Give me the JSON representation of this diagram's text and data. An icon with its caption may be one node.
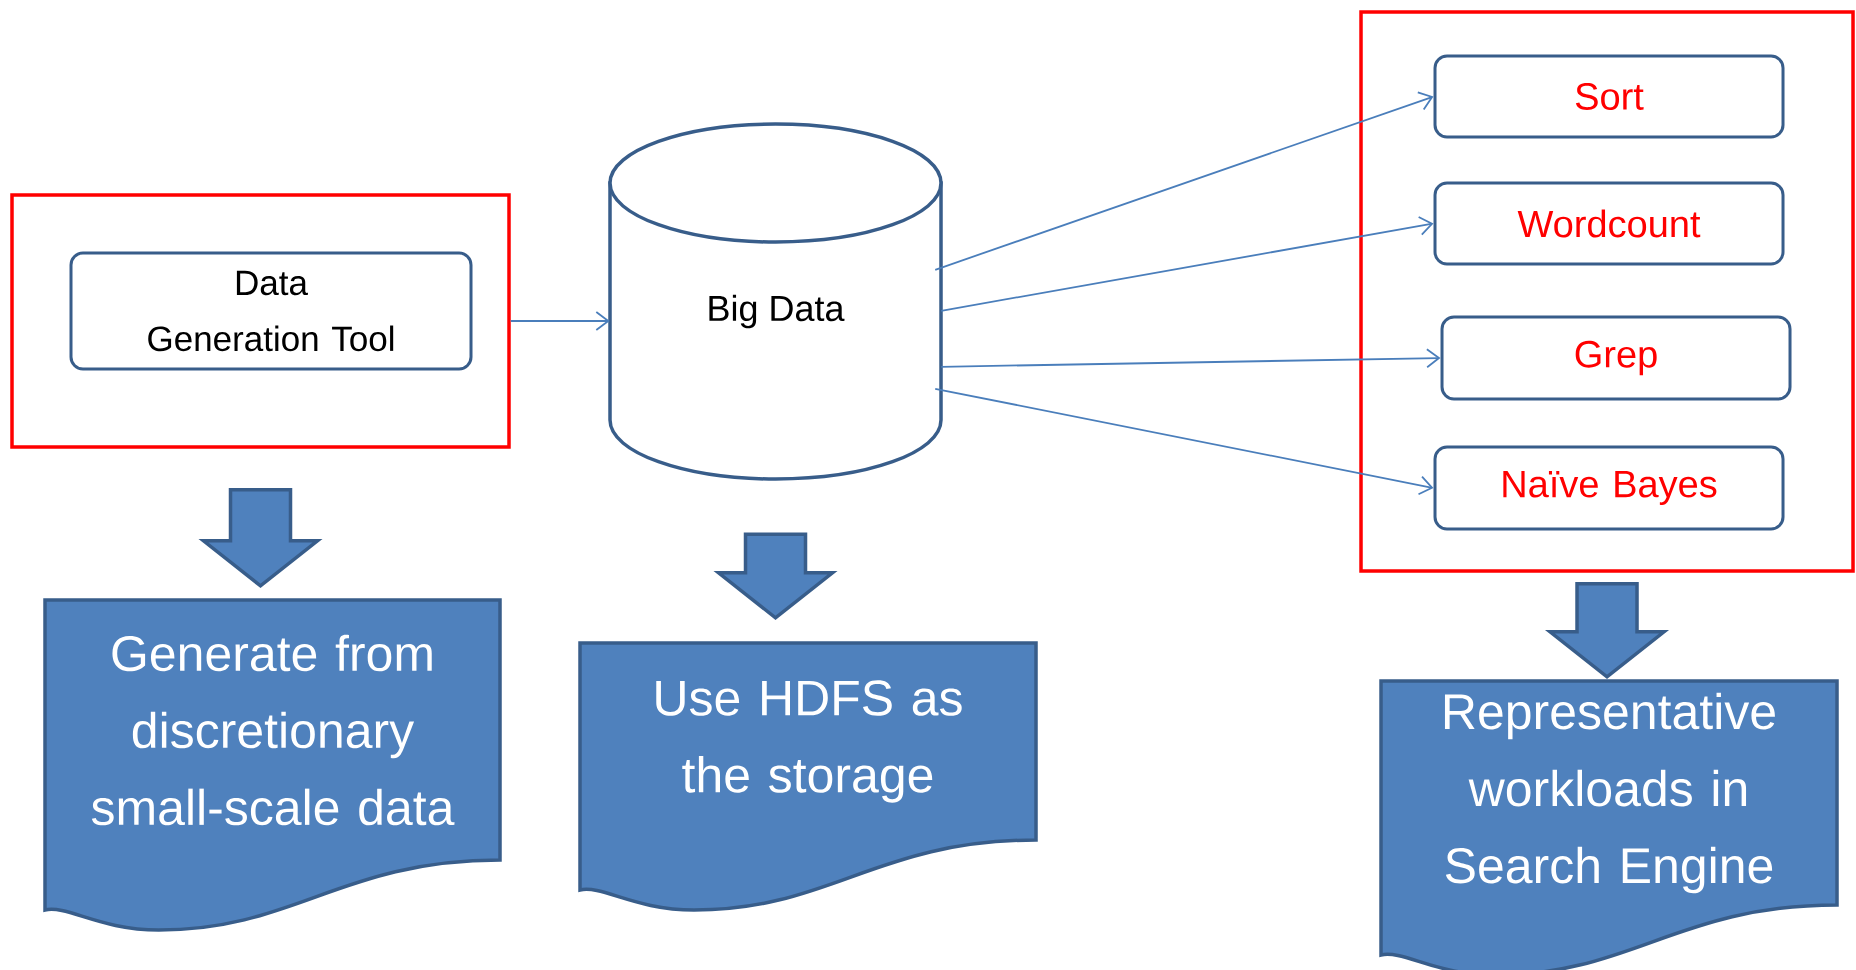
{
  "diagram": {
    "nodes": [
      {
        "text": [],
        "shape": "box"
      },
      {
        "text": [
          "Data Generation Tool"
        ],
        "in": 0
      },
      {
        "text": [
          "Big Data"
        ]
      },
      {
        "text": [],
        "shape": "box"
      },
      {
        "text": [
          "Sort"
        ],
        "in": 3
      },
      {
        "text": [
          "Wordcount"
        ],
        "in": 3
      },
      {
        "text": [
          "Grep"
        ],
        "in": 3
      },
      {
        "text": [
          "Naïve Bayes"
        ],
        "in": 3
      },
      {
        "text": [
          "Generate from discretionary small-scale data"
        ]
      },
      {
        "text": [
          "Use HDFS as the storage"
        ]
      },
      {
        "text": [
          "Representative workloads in Search Engine"
        ]
      }
    ],
    "edges": [
      {
        "from": 0,
        "to": 2,
        "arrow": "to"
      },
      {
        "from": 2,
        "to": 4,
        "arrow": "to"
      },
      {
        "from": 2,
        "to": 5,
        "arrow": "to"
      },
      {
        "from": 2,
        "to": 6,
        "arrow": "to"
      },
      {
        "from": 2,
        "to": 7,
        "arrow": "to"
      },
      {
        "from": 0,
        "to": 8,
        "arrow": "to",
        "style": "thick"
      },
      {
        "from": 2,
        "to": 9,
        "arrow": "to",
        "style": "thick"
      },
      {
        "from": 3,
        "to": 10,
        "arrow": "to",
        "style": "thick"
      }
    ]
  }
}
